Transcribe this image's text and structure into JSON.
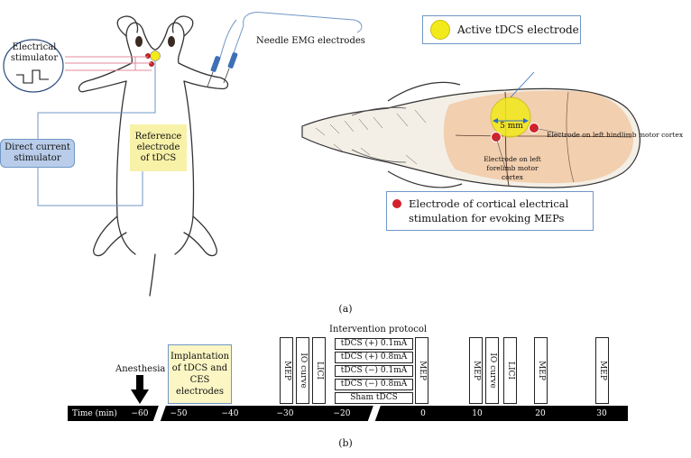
{
  "panel_a": {
    "electrical_stimulator": "Electrical stimulator",
    "needle_emg": "Needle EMG electrodes",
    "direct_current_stimulator": "Direct current stimulator",
    "reference_electrode": "Reference electrode of tDCS",
    "active_electrode": "Active tDCS electrode",
    "scale": "5 mm",
    "hindlimb_electrode": "Electrode on left hindlimb motor cortex",
    "forelimb_electrode": "Electrode on left forelimb motor cortex",
    "ces_electrode": "Electrode of cortical electrical stimulation for evoking MEPs",
    "caption": "(a)"
  },
  "panel_b": {
    "anesthesia": "Anesthesia",
    "implantation": "Implantation of tDCS and CES electrodes",
    "intervention_title": "Intervention protocol",
    "protocols": [
      "tDCS (+) 0.1mA",
      "tDCS (+) 0.8mA",
      "tDCS (−) 0.1mA",
      "tDCS (−) 0.8mA",
      "Sham tDCS"
    ],
    "pre_boxes": [
      "MEP",
      "IO curve",
      "LICI"
    ],
    "post_boxes": [
      "MEP",
      "MEP",
      "IO curve",
      "LICI",
      "MEP",
      "MEP"
    ],
    "axis_label": "Time (min)",
    "ticks": [
      "−60",
      "−50",
      "−40",
      "−30",
      "−20",
      "0",
      "10",
      "20",
      "30"
    ],
    "caption": "(b)"
  },
  "colors": {
    "reference_box": "#f7f2a8",
    "stimulator_box": "#b9cdea",
    "implantation_box": "#fbf6c4",
    "active_electrode": "#f2ea1a",
    "ces_dot": "#d3212b",
    "skull_tint": "#f1c9a4"
  }
}
